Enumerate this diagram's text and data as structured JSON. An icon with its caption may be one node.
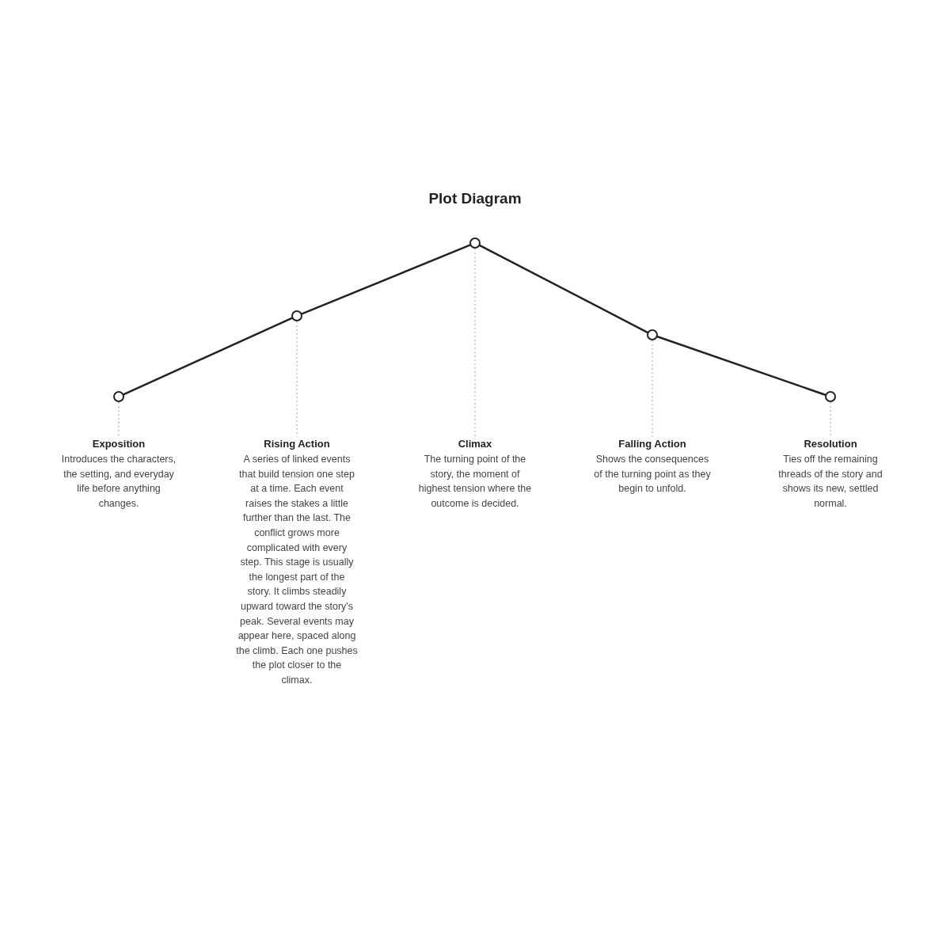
{
  "diagram": {
    "title": "Plot Diagram",
    "nodes": [
      {
        "text": [],
        "shape": "circle"
      },
      {
        "text": [],
        "shape": "circle"
      },
      {
        "text": [],
        "shape": "circle"
      },
      {
        "text": [],
        "shape": "circle"
      },
      {
        "text": [],
        "shape": "circle"
      },
      {
        "text": [
          "Exposition",
          "Introduces the characters, the setting, and everyday life before anything changes."
        ]
      },
      {
        "text": [
          "Rising Action",
          "A series of linked events that build tension one step at a time. Each event raises the stakes a little further than the last. The conflict grows more complicated with every step. This stage is usually the longest part of the story. It climbs steadily upward toward the story's peak. Several events may appear here, spaced along the climb. Each one pushes the plot closer to the climax."
        ]
      },
      {
        "text": [
          "Climax",
          "The turning point of the story, the moment of highest tension where the outcome is decided."
        ]
      },
      {
        "text": [
          "Falling Action",
          "Shows the consequences of the turning point as they begin to unfold."
        ]
      },
      {
        "text": [
          "Resolution",
          "Ties off the remaining threads of the story and shows its new, settled normal."
        ]
      }
    ],
    "edges": [
      {
        "from": 0,
        "to": 1,
        "arrow": "none",
        "color": "#222222"
      },
      {
        "from": 1,
        "to": 2,
        "arrow": "none",
        "color": "#222222"
      },
      {
        "from": 2,
        "to": 3,
        "arrow": "none",
        "color": "#222222"
      },
      {
        "from": 3,
        "to": 4,
        "arrow": "none",
        "color": "#222222"
      },
      {
        "from": 0,
        "to": 5,
        "arrow": "none",
        "style": "dashed"
      },
      {
        "from": 1,
        "to": 6,
        "arrow": "none",
        "style": "dashed"
      },
      {
        "from": 2,
        "to": 7,
        "arrow": "none",
        "style": "dashed"
      },
      {
        "from": 3,
        "to": 8,
        "arrow": "none",
        "style": "dashed"
      },
      {
        "from": 4,
        "to": 9,
        "arrow": "none",
        "style": "dashed"
      }
    ]
  }
}
